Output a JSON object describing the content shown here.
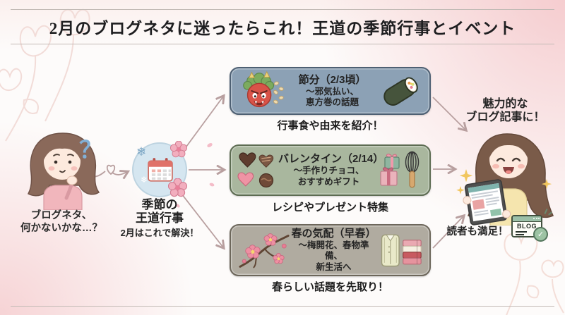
{
  "title": "2月のブログネタに迷ったらこれ！王道の季節行事とイベント",
  "left_person": {
    "question_mark": "？",
    "thought_line1": "ブログネタ、",
    "thought_line2": "何かないかな…？"
  },
  "hub": {
    "label_line1": "季節の",
    "label_line2": "王道行事",
    "subline": "2月はこれで解決！"
  },
  "boxes": [
    {
      "lines": [
        "節分（2/3頃）",
        "～邪気払い、",
        "恵方巻の話題"
      ],
      "caption": "行事食や由来を紹介！",
      "fill": "#8ca1b5",
      "border": "#4e6073",
      "icon_left": "oni-with-beans-icon",
      "icon_right": "ehomaki-roll-icon"
    },
    {
      "lines": [
        "バレンタイン（2/14）",
        "～手作りチョコ、",
        "おすすめギフト"
      ],
      "caption": "レシピやプレゼント特集",
      "fill": "#a9b79e",
      "border": "#5d6c52",
      "icon_left": "heart-chocolates-icon",
      "icon_right": "gift-boxes-whisk-icon"
    },
    {
      "lines": [
        "春の気配（早春）",
        "～梅開花、春物準備、",
        "新生活へ"
      ],
      "caption": "春らしい話題を先取り！",
      "fill": "#b0aba0",
      "border": "#6d675b",
      "icon_left": "plum-blossom-branch-icon",
      "icon_right": "spring-jacket-clothes-icon"
    }
  ],
  "right_person": {
    "headline_line1": "魅力的な",
    "headline_line2": "ブログ記事に！",
    "satisfaction": "読者も満足！",
    "blog_badge_label": "BLOG"
  },
  "colors": {
    "arrow": "#b89f9f",
    "header_rule": "#c2bab5",
    "hub_circle": "#d5e6f0",
    "box1_fill": "#8ca1b5",
    "box2_fill": "#a9b79e",
    "box3_fill": "#b0aba0",
    "accent_pink": "#f1b6bc",
    "blog_green": "#9cc0a8"
  }
}
